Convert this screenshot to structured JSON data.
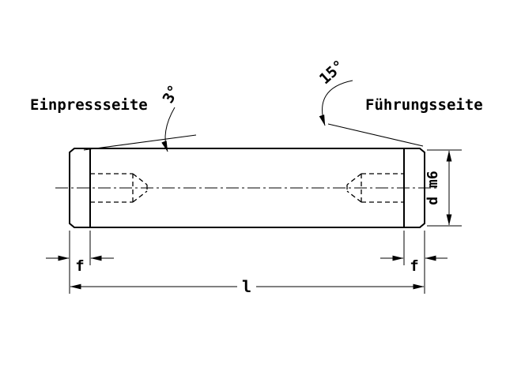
{
  "drawing": {
    "side_labels": {
      "left": "Einpressseite",
      "right": "Führungsseite"
    },
    "angles": {
      "left": "3°",
      "right": "15°"
    },
    "dimensions": {
      "chamfer_left": "f",
      "chamfer_right": "f",
      "length": "l",
      "diameter": "d m6"
    }
  },
  "colors": {
    "line": "#000000",
    "background": "#ffffff"
  }
}
